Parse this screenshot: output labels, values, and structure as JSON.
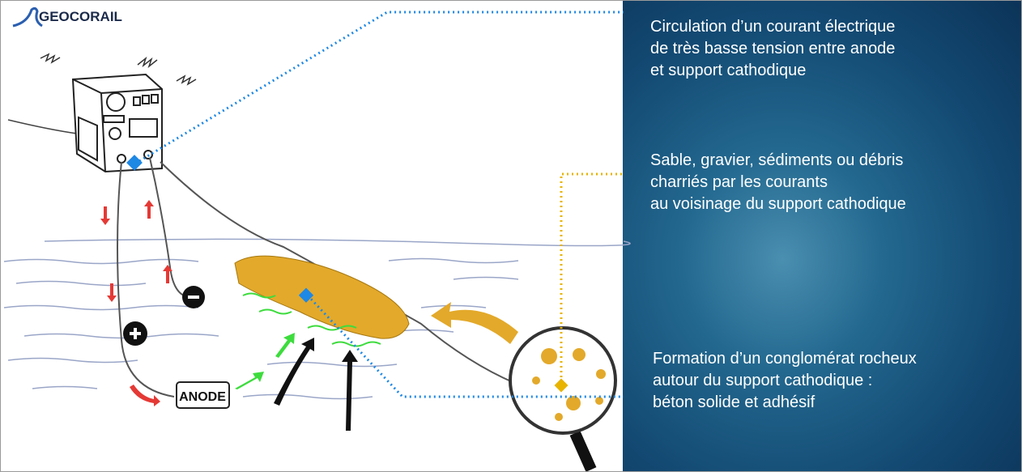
{
  "logo": {
    "text": "GEOCORAIL"
  },
  "diagram": {
    "anode_label": "ANODE",
    "captions": [
      {
        "lines": [
          "Circulation d’un courant électrique",
          "de très basse tension entre anode",
          "et support cathodique"
        ]
      },
      {
        "lines": [
          "Sable, gravier, sédiments ou débris",
          "charriés par les courants",
          "au voisinage du support cathodique"
        ]
      },
      {
        "lines": [
          "Formation d’un conglomérat rocheux",
          "autour du support cathodique :",
          "béton solide et adhésif"
        ]
      }
    ]
  },
  "colors": {
    "blue_marker": "#1e88e5",
    "yellow_marker": "#e8b400",
    "sediment": "#e3a92a",
    "arrow_red": "#e53935",
    "arrow_green": "#3ddc3d",
    "ocean": "#134a73"
  }
}
